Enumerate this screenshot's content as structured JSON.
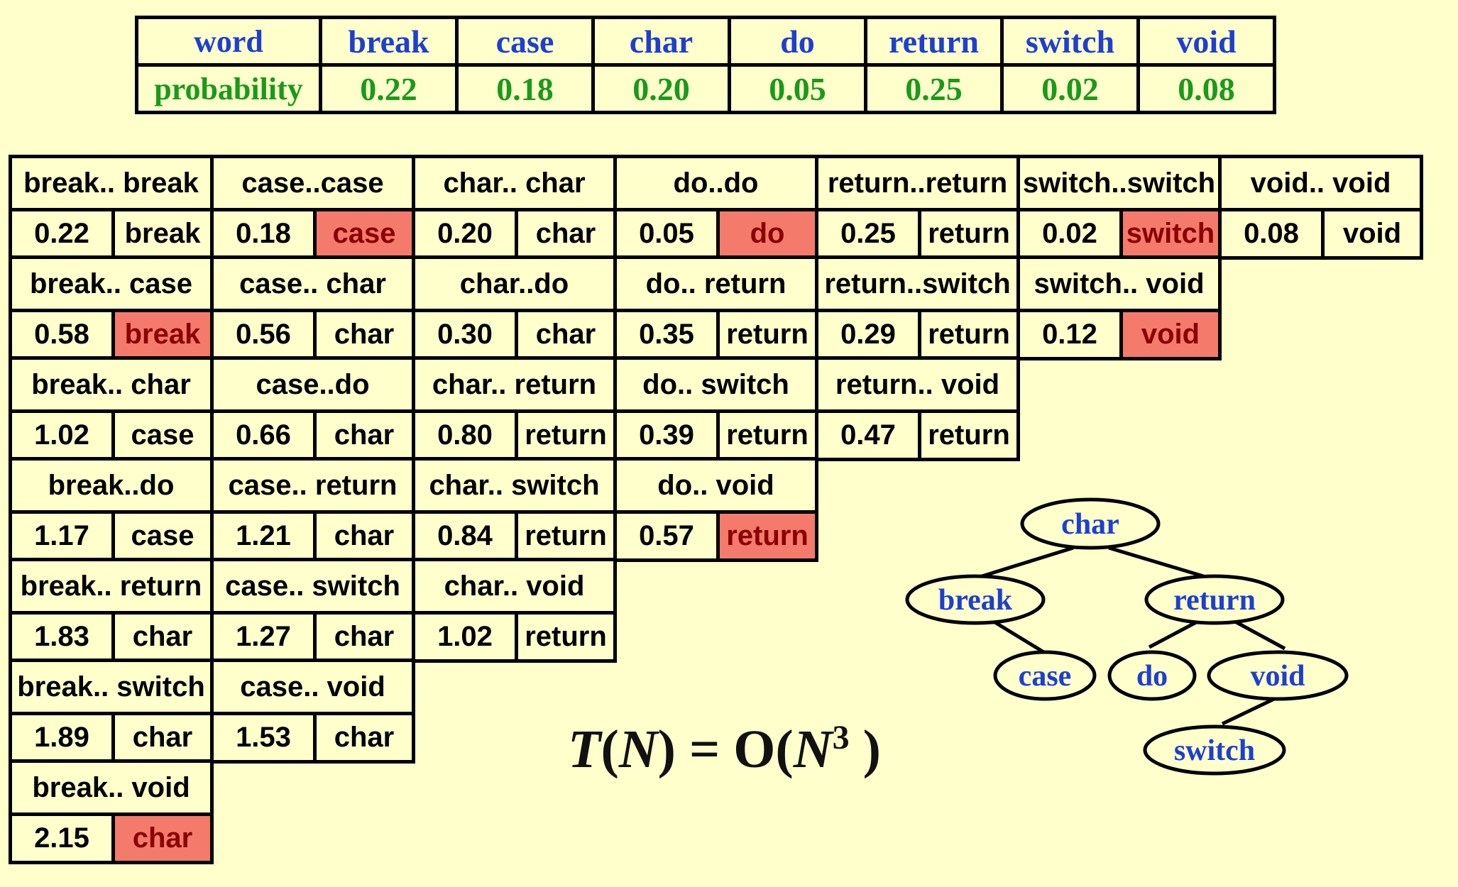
{
  "probability_table": {
    "row_label_word": "word",
    "row_label_probability": "probability",
    "words": [
      "break",
      "case",
      "char",
      "do",
      "return",
      "switch",
      "void"
    ],
    "probabilities": [
      "0.22",
      "0.18",
      "0.20",
      "0.05",
      "0.25",
      "0.02",
      "0.08"
    ]
  },
  "cost_table": {
    "cells": [
      {
        "row": 0,
        "col": 0,
        "title": "break.. break",
        "cost": "0.22",
        "root": "break",
        "highlight": false
      },
      {
        "row": 0,
        "col": 1,
        "title": "case..case",
        "cost": "0.18",
        "root": "case",
        "highlight": true
      },
      {
        "row": 0,
        "col": 2,
        "title": "char.. char",
        "cost": "0.20",
        "root": "char",
        "highlight": false
      },
      {
        "row": 0,
        "col": 3,
        "title": "do..do",
        "cost": "0.05",
        "root": "do",
        "highlight": true
      },
      {
        "row": 0,
        "col": 4,
        "title": "return..return",
        "cost": "0.25",
        "root": "return",
        "highlight": false
      },
      {
        "row": 0,
        "col": 5,
        "title": "switch..switch",
        "cost": "0.02",
        "root": "switch",
        "highlight": true
      },
      {
        "row": 0,
        "col": 6,
        "title": "void.. void",
        "cost": "0.08",
        "root": "void",
        "highlight": false
      },
      {
        "row": 1,
        "col": 0,
        "title": "break.. case",
        "cost": "0.58",
        "root": "break",
        "highlight": true
      },
      {
        "row": 1,
        "col": 1,
        "title": "case.. char",
        "cost": "0.56",
        "root": "char",
        "highlight": false
      },
      {
        "row": 1,
        "col": 2,
        "title": "char..do",
        "cost": "0.30",
        "root": "char",
        "highlight": false
      },
      {
        "row": 1,
        "col": 3,
        "title": "do.. return",
        "cost": "0.35",
        "root": "return",
        "highlight": false
      },
      {
        "row": 1,
        "col": 4,
        "title": "return..switch",
        "cost": "0.29",
        "root": "return",
        "highlight": false
      },
      {
        "row": 1,
        "col": 5,
        "title": "switch.. void",
        "cost": "0.12",
        "root": "void",
        "highlight": true
      },
      {
        "row": 2,
        "col": 0,
        "title": "break.. char",
        "cost": "1.02",
        "root": "case",
        "highlight": false
      },
      {
        "row": 2,
        "col": 1,
        "title": "case..do",
        "cost": "0.66",
        "root": "char",
        "highlight": false
      },
      {
        "row": 2,
        "col": 2,
        "title": "char.. return",
        "cost": "0.80",
        "root": "return",
        "highlight": false
      },
      {
        "row": 2,
        "col": 3,
        "title": "do.. switch",
        "cost": "0.39",
        "root": "return",
        "highlight": false
      },
      {
        "row": 2,
        "col": 4,
        "title": "return.. void",
        "cost": "0.47",
        "root": "return",
        "highlight": false
      },
      {
        "row": 3,
        "col": 0,
        "title": "break..do",
        "cost": "1.17",
        "root": "case",
        "highlight": false
      },
      {
        "row": 3,
        "col": 1,
        "title": "case.. return",
        "cost": "1.21",
        "root": "char",
        "highlight": false
      },
      {
        "row": 3,
        "col": 2,
        "title": "char.. switch",
        "cost": "0.84",
        "root": "return",
        "highlight": false
      },
      {
        "row": 3,
        "col": 3,
        "title": "do.. void",
        "cost": "0.57",
        "root": "return",
        "highlight": true
      },
      {
        "row": 4,
        "col": 0,
        "title": "break.. return",
        "cost": "1.83",
        "root": "char",
        "highlight": false
      },
      {
        "row": 4,
        "col": 1,
        "title": "case.. switch",
        "cost": "1.27",
        "root": "char",
        "highlight": false
      },
      {
        "row": 4,
        "col": 2,
        "title": "char.. void",
        "cost": "1.02",
        "root": "return",
        "highlight": false
      },
      {
        "row": 5,
        "col": 0,
        "title": "break.. switch",
        "cost": "1.89",
        "root": "char",
        "highlight": false
      },
      {
        "row": 5,
        "col": 1,
        "title": "case.. void",
        "cost": "1.53",
        "root": "char",
        "highlight": false
      },
      {
        "row": 6,
        "col": 0,
        "title": "break.. void",
        "cost": "2.15",
        "root": "char",
        "highlight": true
      }
    ]
  },
  "formula": {
    "T": "T",
    "paren_open": "(",
    "N": "N",
    "paren_close": ")",
    "equals_O": " = O(",
    "N2": "N",
    "exponent": "3",
    "end": " )"
  },
  "tree": {
    "nodes": {
      "char": "char",
      "break": "break",
      "return": "return",
      "case": "case",
      "do": "do",
      "void": "void",
      "switch": "switch"
    }
  },
  "colors": {
    "background": "#FFFFCC",
    "word_blue": "#1E3FD0",
    "probability_green": "#1A9A1A",
    "highlight": "#F47B6B"
  }
}
